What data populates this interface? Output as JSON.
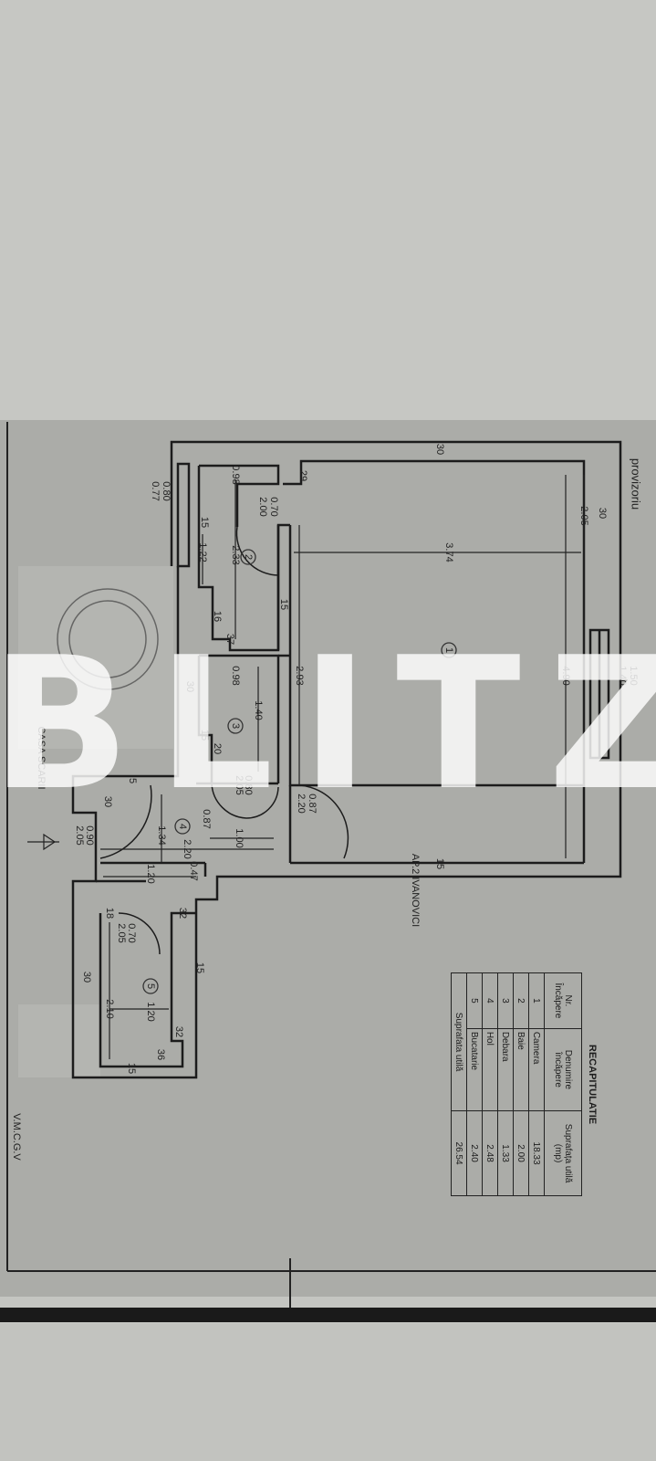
{
  "document": {
    "header_note": "provizoriu",
    "apartment_label": "AP.2 IVANOVICI",
    "stair_label": "CASA SCARII",
    "stamp_initials": "V.M.C.G.V",
    "watermark": "BLITZ",
    "rooms": [
      "1",
      "2",
      "3",
      "4",
      "5"
    ],
    "dimensions": {
      "d0": "30",
      "d1": "0.98",
      "d2": "29",
      "d3": "0.80",
      "d4": "0.77",
      "d5": "0.70",
      "d6": "2.00",
      "d7": "15",
      "d8": "2.33",
      "d9": "1.22",
      "d10": "3.74",
      "d11": "2.05",
      "d12": "30",
      "d13": "16",
      "d14": "37",
      "d15": "15",
      "d16": "2.93",
      "d17": "4.90",
      "d18": "1.50",
      "d19": "1.40",
      "d20": "0.98",
      "d21": "1.40",
      "d22": "30",
      "d23": "15",
      "d24": "20",
      "d25": "5",
      "d26": "30",
      "d27": "0.80",
      "d28": "2.05",
      "d29": "0.87",
      "d30": "2.20",
      "d31": "0.87",
      "d32": "1.34",
      "d33": "0.90",
      "d34": "2.05",
      "d35": "1.00",
      "d36": "2.20",
      "d37": "0.47",
      "d38": "1.20",
      "d39": "15",
      "d40": "18",
      "d41": "0.70",
      "d42": "2.05",
      "d43": "32",
      "d44": "15",
      "d45": "30",
      "d46": "2.10",
      "d47": "1.20",
      "d48": "32",
      "d49": "36",
      "d50": "15"
    },
    "recap": {
      "title": "RECAPITULATIE",
      "headers": [
        "Nr. Încăpere",
        "Denumire încăpere",
        "Suprafața utilă (mp)"
      ],
      "rows": [
        {
          "nr": "1",
          "name": "Camera",
          "area": "18.33"
        },
        {
          "nr": "2",
          "name": "Baie",
          "area": "2.00"
        },
        {
          "nr": "3",
          "name": "Debara",
          "area": "1.33"
        },
        {
          "nr": "4",
          "name": "Hol",
          "area": "2.48"
        },
        {
          "nr": "5",
          "name": "Bucatarie",
          "area": "2.40"
        }
      ],
      "total_label": "Suprafata utilă",
      "total_value": "26.54"
    }
  }
}
